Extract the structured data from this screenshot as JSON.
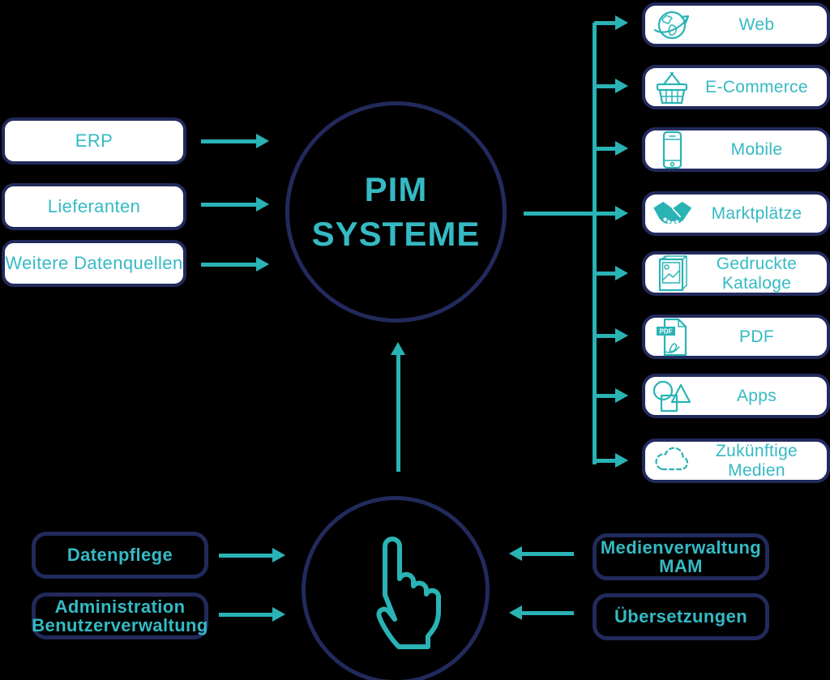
{
  "colors": {
    "accent_text": "#35bac4",
    "accent_line": "#2ab3b5",
    "navy_border": "#222a5c",
    "box_fill": "#ffffff",
    "background": "#000000"
  },
  "center": {
    "title_line1": "PIM",
    "title_line2": "SYSTEME"
  },
  "inputs": [
    {
      "label": "ERP"
    },
    {
      "label": "Lieferanten"
    },
    {
      "label": "Weitere Datenquellen"
    }
  ],
  "outputs": [
    {
      "label": "Web",
      "icon": "globe-icon"
    },
    {
      "label": "E-Commerce",
      "icon": "shopping-basket-icon"
    },
    {
      "label": "Mobile",
      "icon": "smartphone-icon"
    },
    {
      "label": "Marktplätze",
      "icon": "handshake-icon"
    },
    {
      "label": "Gedruckte Kataloge",
      "icon": "catalog-icon"
    },
    {
      "label": "PDF",
      "icon": "pdf-file-icon",
      "icon_label": "PDF"
    },
    {
      "label": "Apps",
      "icon": "shapes-icon"
    },
    {
      "label": "Zukünftige Medien",
      "icon": "dashed-cloud-icon"
    }
  ],
  "bottom_left": [
    {
      "label": "Datenpflege"
    },
    {
      "label_line1": "Administration",
      "label_line2": "Benutzerverwaltung"
    }
  ],
  "bottom_right": [
    {
      "label_line1": "Medienverwaltung",
      "label_line2": "MAM"
    },
    {
      "label": "Übersetzungen"
    }
  ],
  "bottom_circle": {
    "icon": "hand-pointer-icon"
  }
}
